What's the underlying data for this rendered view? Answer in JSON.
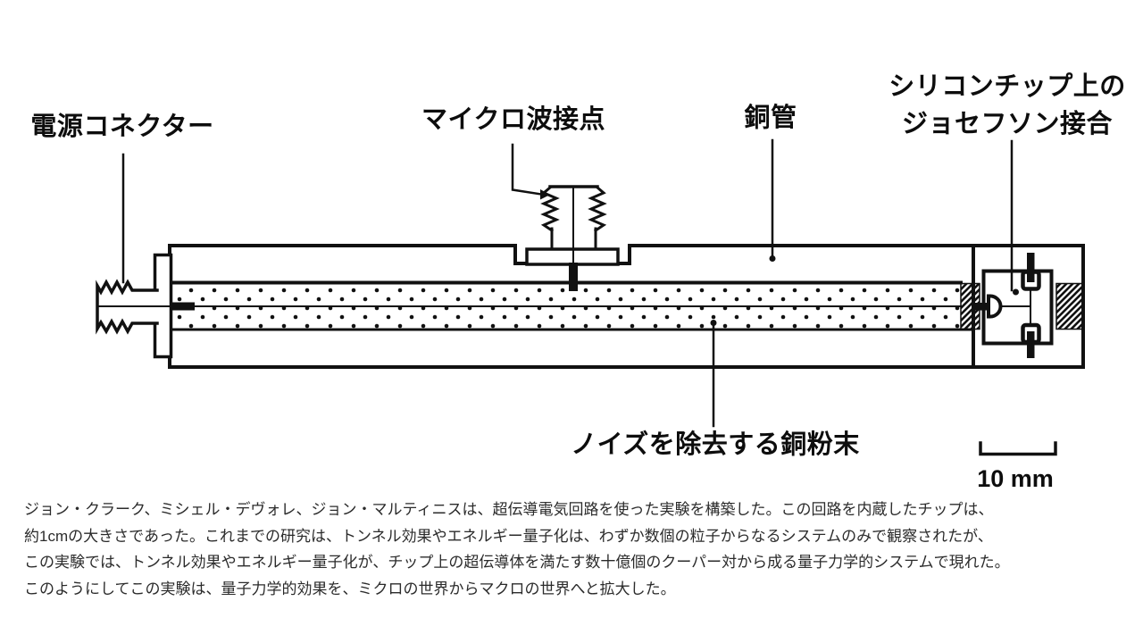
{
  "diagram": {
    "labels": {
      "power": "電源コネクター",
      "microwave": "マイクロ波接点",
      "tube": "銅管",
      "josephson_line1": "シリコンチップ上の",
      "josephson_line2": "ジョセフソン接合",
      "powder": "ノイズを除去する銅粉末"
    },
    "scale": {
      "label": "10 mm"
    },
    "colors": {
      "ink": "#111111",
      "background": "#ffffff"
    }
  },
  "caption": {
    "lines": [
      "ジョン・クラーク、ミシェル・デヴォレ、ジョン・マルティニスは、超伝導電気回路を使った実験を構築した。この回路を内蔵したチップは、",
      "約1cmの大きさであった。これまでの研究は、トンネル効果やエネルギー量子化は、わずか数個の粒子からなるシステムのみで観察されたが、",
      "この実験では、トンネル効果やエネルギー量子化が、チップ上の超伝導体を満たす数十億個のクーパー対から成る量子力学的システムで現れた。",
      "このようにしてこの実験は、量子力学的効果を、ミクロの世界からマクロの世界へと拡大した。"
    ]
  }
}
